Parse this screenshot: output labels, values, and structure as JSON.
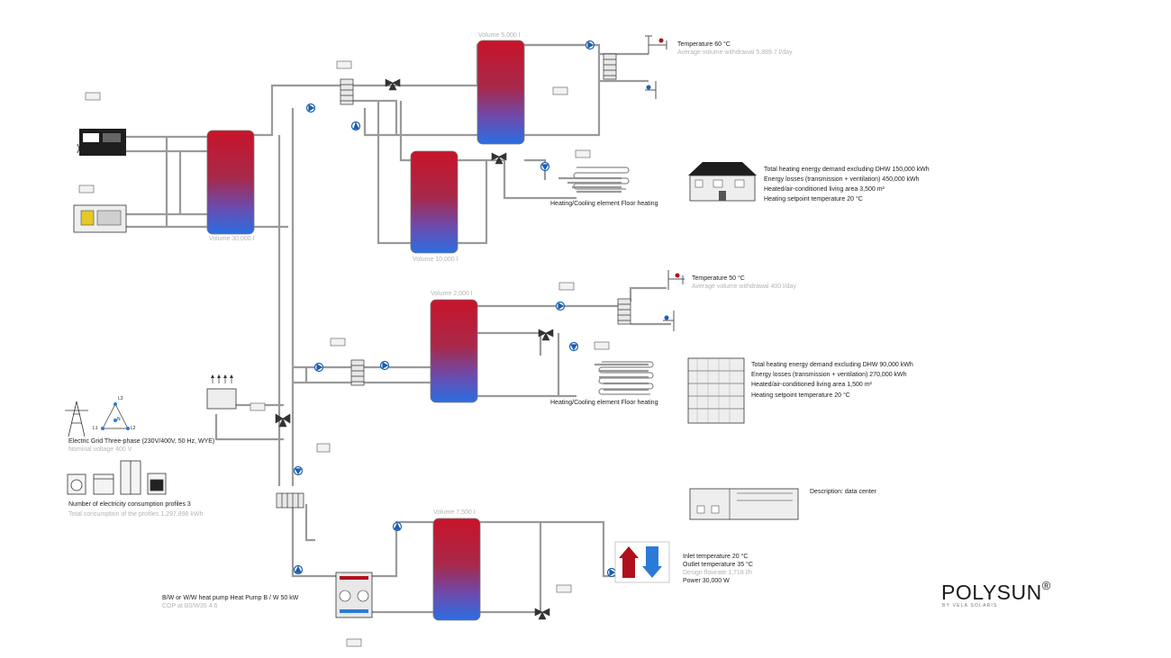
{
  "tanks": [
    {
      "id": "main",
      "volume_label": "Volume 30,000 l"
    },
    {
      "id": "dhw1",
      "volume_label": "Volume 5,000 l"
    },
    {
      "id": "sh1",
      "volume_label": "Volume 10,000 l"
    },
    {
      "id": "dhw2",
      "volume_label": "Volume 2,000 l"
    },
    {
      "id": "low",
      "volume_label": "Volume 7,500 l"
    }
  ],
  "dhw_outlets": [
    {
      "temperature": "Temperature 60 °C",
      "withdrawal": "Average volume withdrawal 5,889.7 l/day"
    },
    {
      "temperature": "Temperature 50 °C",
      "withdrawal": "Average volume withdrawal 400 l/day"
    }
  ],
  "floor_heating": [
    {
      "label": "Heating/Cooling element Floor heating"
    },
    {
      "label": "Heating/Cooling element Floor heating"
    }
  ],
  "buildings": [
    {
      "lines": [
        "Total heating energy demand excluding DHW 150,000 kWh",
        "Energy losses (transmission + ventilation) 450,000 kWh",
        "Heated/air-conditioned living area 3,500 m²",
        "Heating setpoint temperature 20 °C"
      ]
    },
    {
      "lines": [
        "Total heating energy demand excluding DHW 90,000 kWh",
        "Energy losses (transmission + ventilation) 270,000 kWh",
        "Heated/air-conditioned living area 1,500 m²",
        "Heating setpoint temperature 20 °C"
      ]
    }
  ],
  "data_center": {
    "description": "Description: data center"
  },
  "grid": {
    "label": "Electric Grid Three-phase (230V/400V, 50 Hz, WYE)",
    "nominal_voltage": "Nominal voltage 400 V",
    "phase_labels": [
      "L3",
      "N",
      "L1",
      "L2"
    ]
  },
  "consumption": {
    "profiles": "Number of electricity consumption profiles 3",
    "total": "Total consumption of the profiles 1,297,898 kWh"
  },
  "heat_pump": {
    "label": "B/W or W/W heat pump Heat Pump B / W 50 kW",
    "cop": "COP at B0/W35 4.6"
  },
  "cooling_load": {
    "inlet": "Inlet temperature 20 °C",
    "outlet": "Outlet temperature 35 °C",
    "flow": "Design flowrate 1,718 l/h",
    "power": "Power 30,000 W"
  },
  "brand": {
    "name": "POLYSUN",
    "mark": "®",
    "tagline": "BY VELA SOLARIS"
  },
  "colors": {
    "tank_top": "#c8142a",
    "tank_bottom": "#2a6ee0",
    "pipe": "#9a9a9a",
    "hot": "#b0101c",
    "cold": "#2a7ad8"
  }
}
